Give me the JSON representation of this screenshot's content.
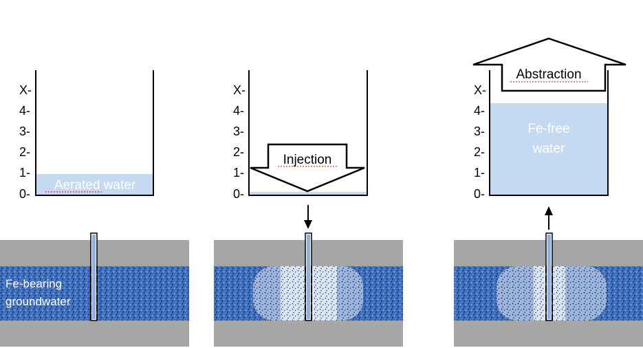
{
  "colors": {
    "water": "#c5d9f0",
    "aquifer": "#3f6fbf",
    "clay": "#a6a6a6",
    "treated_zone": "#d9e4f5",
    "well": "#1f3864",
    "outline": "#000000"
  },
  "panels": [
    {
      "id": "panel-1",
      "scale_labels": [
        "X-",
        "4-",
        "3-",
        "2-",
        "1-",
        "0-"
      ],
      "tank_water_label": "Aerated water",
      "tank_water_level": 1.0,
      "arrow_label": "",
      "ground_label_line1": "Fe-bearing",
      "ground_label_line2": "groundwater",
      "flow_direction": "none"
    },
    {
      "id": "panel-2",
      "scale_labels": [
        "X-",
        "4-",
        "3-",
        "2-",
        "1-",
        "0-"
      ],
      "tank_water_label": "",
      "tank_water_level": 0.15,
      "arrow_label": "Injection",
      "flow_direction": "down"
    },
    {
      "id": "panel-3",
      "scale_labels": [
        "X-",
        "4-",
        "3-",
        "2-",
        "1-",
        "0-"
      ],
      "tank_water_label_line1": "Fe-free",
      "tank_water_label_line2": "water",
      "tank_water_level": 4.5,
      "arrow_label": "Abstraction",
      "flow_direction": "up"
    }
  ]
}
